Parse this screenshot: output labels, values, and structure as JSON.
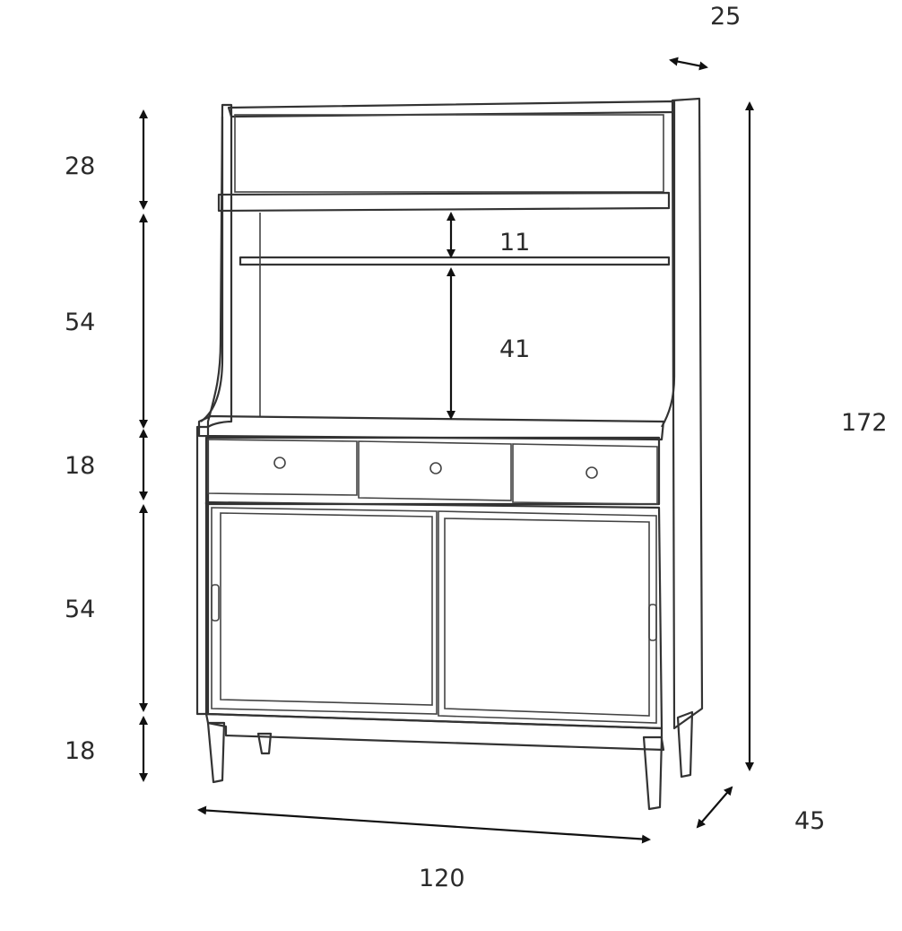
{
  "labels": {
    "top_depth": "25",
    "top_height": "28",
    "hutch_height": "54",
    "drawer_height": "18",
    "cabinet_height": "54",
    "leg_height": "18",
    "shelf_gap": "11",
    "shelf_space": "41",
    "total_height": "172",
    "width": "120",
    "depth": "45"
  },
  "colors": {
    "line": "#333333",
    "arrow": "#111111",
    "text": "#2b2b2b",
    "background": "#ffffff"
  }
}
